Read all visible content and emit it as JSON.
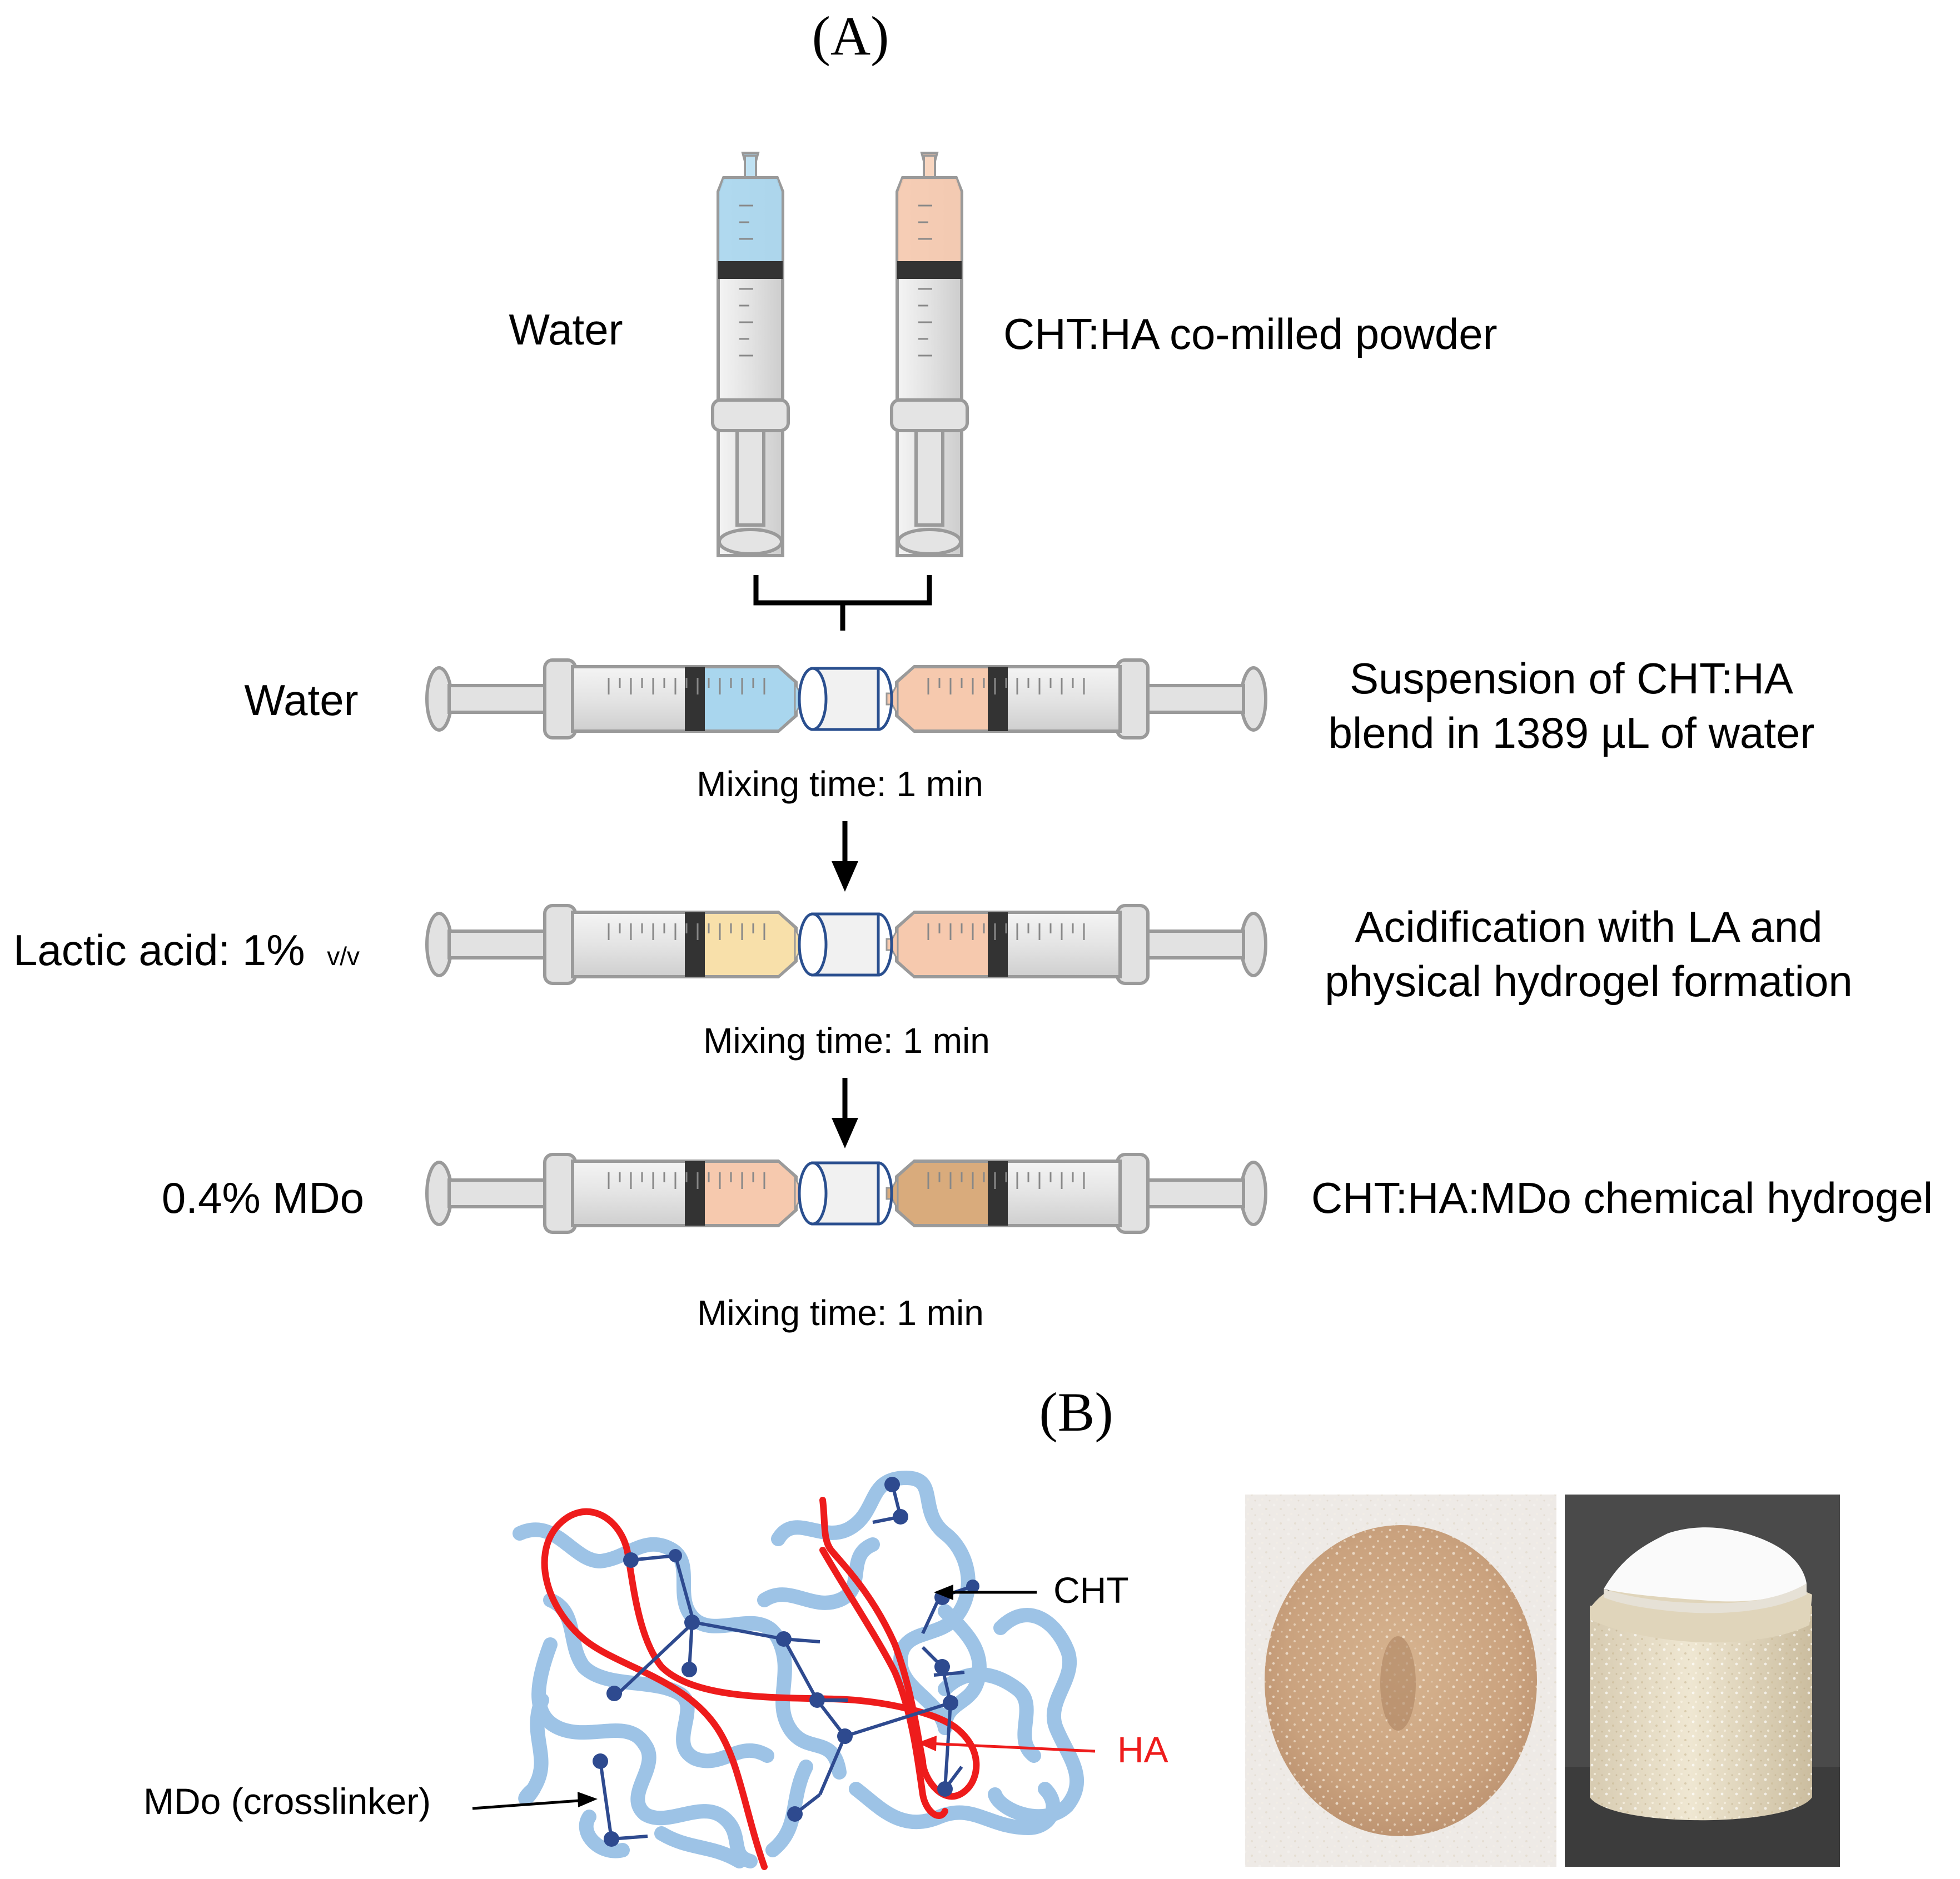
{
  "panel_a": {
    "label": "(A)",
    "top_left_label": "Water",
    "top_right_label": "CHT:HA co-milled powder",
    "steps": [
      {
        "left_label": "Water",
        "left_suffix": "",
        "right_line1": "Suspension of CHT:HA",
        "right_line2": "blend in 1389 µL  of water",
        "mixing": "Mixing time: 1 min",
        "left_fluid": "#a9d6ee",
        "right_fluid": "#f6c9ae"
      },
      {
        "left_label": "Lactic acid: 1%",
        "left_suffix": "v/v",
        "right_line1": "Acidification with LA and",
        "right_line2": "physical hydrogel formation",
        "mixing": "Mixing time: 1 min",
        "left_fluid": "#f8e0aa",
        "right_fluid": "#f6c9ae"
      },
      {
        "left_label": "0.4% MDo",
        "left_suffix": "",
        "right_line1": "CHT:HA:MDo chemical hydrogel",
        "right_line2": "",
        "mixing": "Mixing time: 1 min",
        "left_fluid": "#f6c9ae",
        "right_fluid": "#d9ab7c"
      }
    ],
    "colors": {
      "water": "#a9d6ee",
      "powder": "#f6c9ae",
      "lactic": "#f8e0aa",
      "hydrogel": "#d9ab7c",
      "connector_stroke": "#2a4f8f"
    }
  },
  "panel_b": {
    "label": "(B)",
    "labels": {
      "cht": "CHT",
      "ha": "HA",
      "mdo": "MDo (crosslinker)"
    },
    "colors": {
      "cht": "#9dc3e6",
      "ha": "#ee1c1c",
      "crosslinker": "#2e4a8f"
    }
  }
}
